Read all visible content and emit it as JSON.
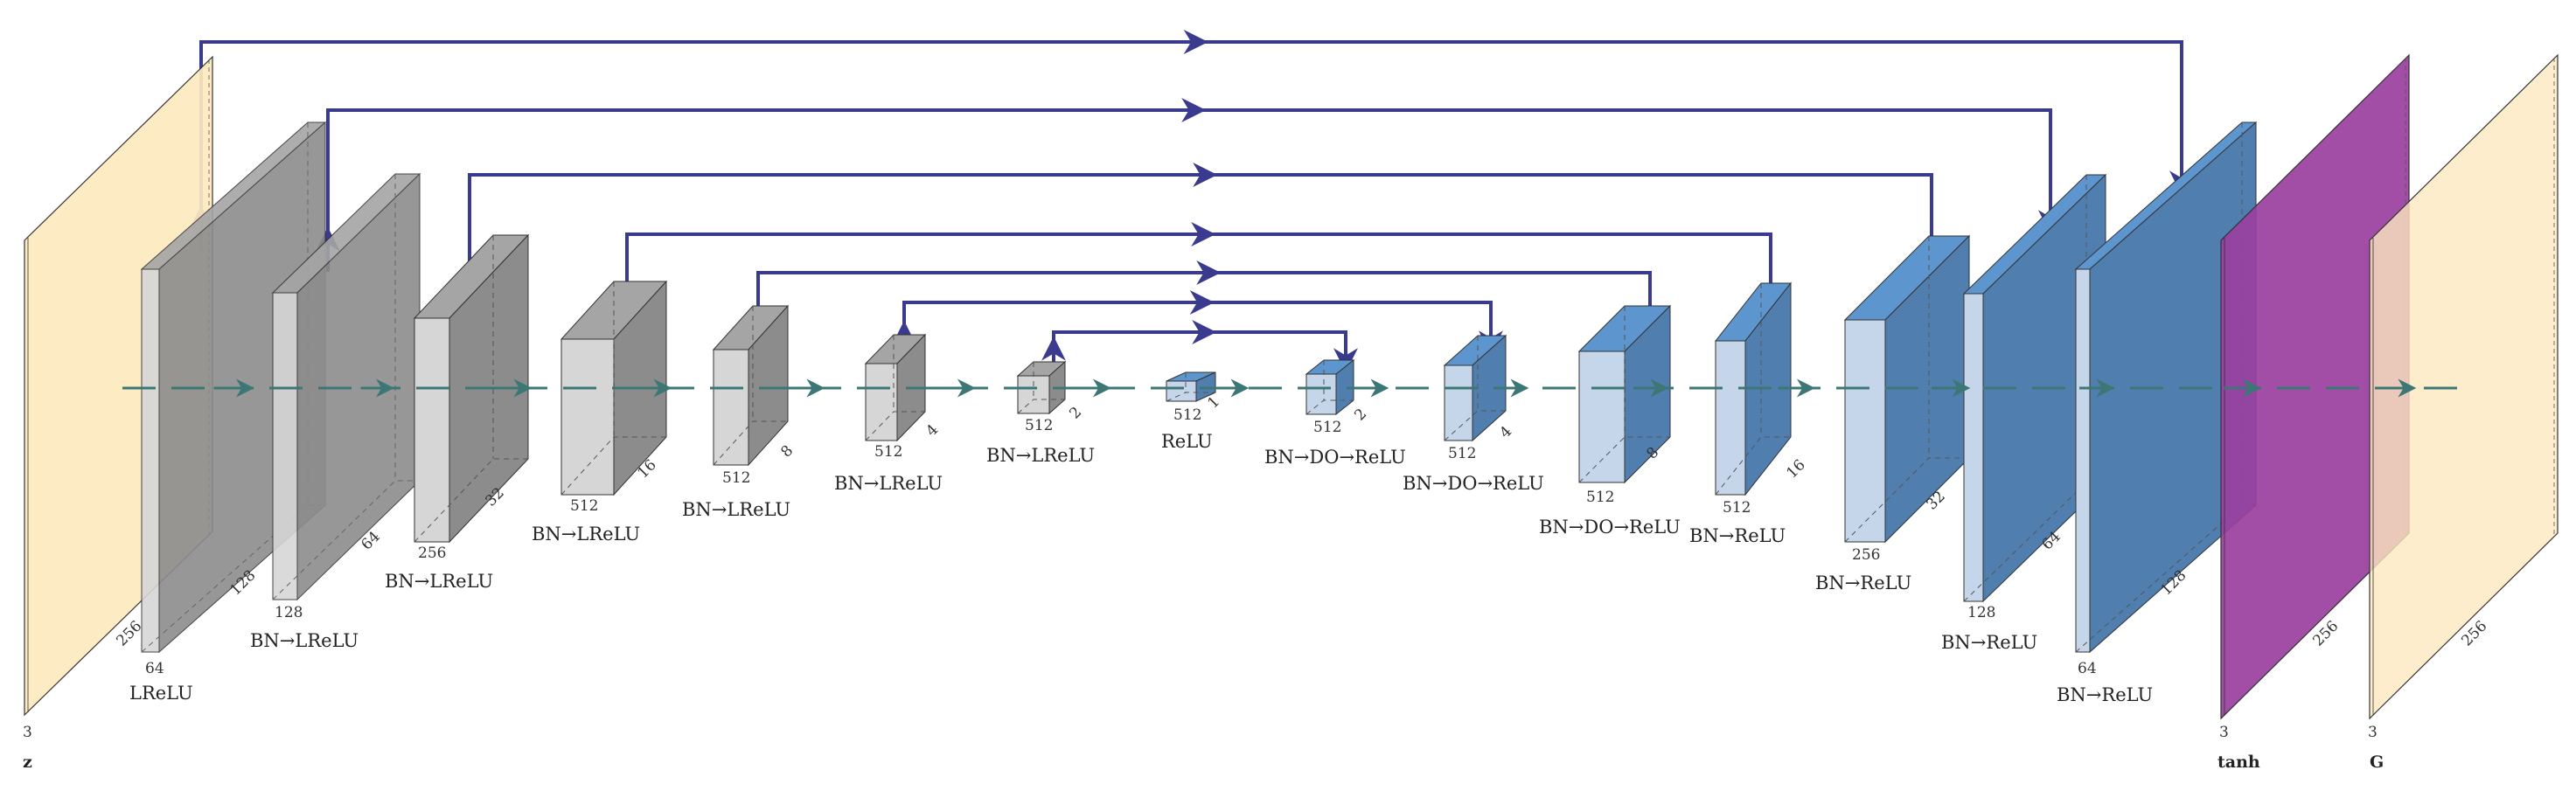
{
  "colors": {
    "input_plane": "#fde9bf",
    "encoder_block": "#8c8c8c",
    "encoder_front": "#d6d6d6",
    "decoder_block": "#4f7eaf",
    "decoder_front": "#c5d6ea",
    "tanh_plane": "#9a3f9f",
    "skip_arrow": "#3a3a8e",
    "flow_arrow": "#3c7775"
  },
  "input": {
    "label": "z",
    "channels": "3",
    "size": "256"
  },
  "output": {
    "label": "G",
    "channels": "3",
    "size": "256"
  },
  "tanh": {
    "label": "tanh",
    "channels": "3",
    "size": "256"
  },
  "encoder": [
    {
      "op": "LReLU",
      "channels": "64",
      "size": "128"
    },
    {
      "op": "BN→LReLU",
      "channels": "128",
      "size": "64"
    },
    {
      "op": "BN→LReLU",
      "channels": "256",
      "size": "32"
    },
    {
      "op": "BN→LReLU",
      "channels": "512",
      "size": "16"
    },
    {
      "op": "BN→LReLU",
      "channels": "512",
      "size": "8"
    },
    {
      "op": "BN→LReLU",
      "channels": "512",
      "size": "4"
    },
    {
      "op": "BN→LReLU",
      "channels": "512",
      "size": "2"
    }
  ],
  "bottleneck": {
    "op": "ReLU",
    "channels": "512",
    "size": "1"
  },
  "decoder": [
    {
      "op": "BN→DO→ReLU",
      "channels": "512",
      "size": "2"
    },
    {
      "op": "BN→DO→ReLU",
      "channels": "512",
      "size": "4"
    },
    {
      "op": "BN→DO→ReLU",
      "channels": "512",
      "size": "8"
    },
    {
      "op": "BN→ReLU",
      "channels": "512",
      "size": "16"
    },
    {
      "op": "BN→ReLU",
      "channels": "256",
      "size": "32"
    },
    {
      "op": "BN→ReLU",
      "channels": "128",
      "size": "64"
    },
    {
      "op": "BN→ReLU",
      "channels": "64",
      "size": "128"
    }
  ]
}
